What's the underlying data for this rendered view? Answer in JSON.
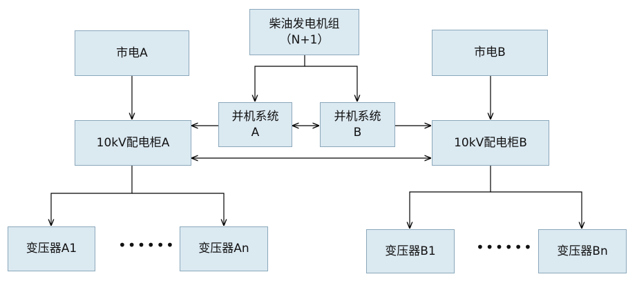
{
  "diesel": {
    "line1": "柴油发电机组",
    "line2": "（N+1）"
  },
  "mains_a": "市电A",
  "mains_b": "市电B",
  "parallel_a": {
    "line1": "并机系统",
    "line2": "A"
  },
  "parallel_b": {
    "line1": "并机系统",
    "line2": "B"
  },
  "cabinet_a": "10kV配电柜A",
  "cabinet_b": "10kV配电柜B",
  "transformers": {
    "a1": "变压器A1",
    "an": "变压器An",
    "b1": "变压器B1",
    "bn": "变压器Bn"
  },
  "ellipsis": "••••••"
}
